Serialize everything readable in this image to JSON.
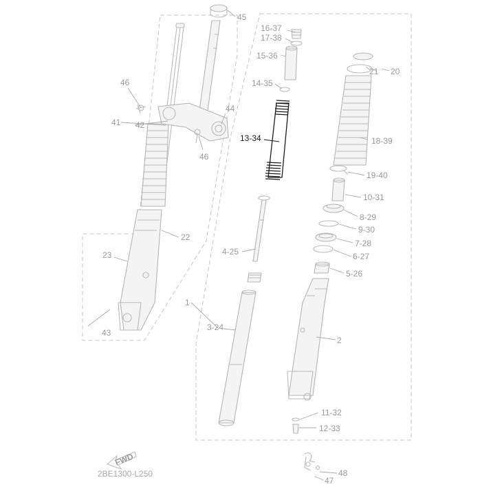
{
  "diagram": {
    "drawing_code": "2BE1300-L250",
    "fwd_label": "FWD",
    "highlighted_part": "13-34",
    "callouts": [
      {
        "id": "c45",
        "label": "45"
      },
      {
        "id": "c16",
        "label": "16-37"
      },
      {
        "id": "c17",
        "label": "17-38"
      },
      {
        "id": "c15",
        "label": "15-36"
      },
      {
        "id": "c21",
        "label": "21"
      },
      {
        "id": "c20",
        "label": "20"
      },
      {
        "id": "c14",
        "label": "14-35"
      },
      {
        "id": "c46a",
        "label": "46"
      },
      {
        "id": "c44",
        "label": "44"
      },
      {
        "id": "c41",
        "label": "41"
      },
      {
        "id": "c42",
        "label": "42"
      },
      {
        "id": "c13",
        "label": "13-34"
      },
      {
        "id": "c18",
        "label": "18-39"
      },
      {
        "id": "c46b",
        "label": "46"
      },
      {
        "id": "c19",
        "label": "19-40"
      },
      {
        "id": "c10",
        "label": "10-31"
      },
      {
        "id": "c8",
        "label": "8-29"
      },
      {
        "id": "c9",
        "label": "9-30"
      },
      {
        "id": "c22",
        "label": "22"
      },
      {
        "id": "c7",
        "label": "7-28"
      },
      {
        "id": "c4",
        "label": "4-25"
      },
      {
        "id": "c23",
        "label": "23"
      },
      {
        "id": "c6",
        "label": "6-27"
      },
      {
        "id": "c5",
        "label": "5-26"
      },
      {
        "id": "c1",
        "label": "1"
      },
      {
        "id": "c3",
        "label": "3-24"
      },
      {
        "id": "c43",
        "label": "43"
      },
      {
        "id": "c2",
        "label": "2"
      },
      {
        "id": "c11",
        "label": "11-32"
      },
      {
        "id": "c12",
        "label": "12-33"
      },
      {
        "id": "c48",
        "label": "48"
      },
      {
        "id": "c47",
        "label": "47"
      }
    ]
  }
}
